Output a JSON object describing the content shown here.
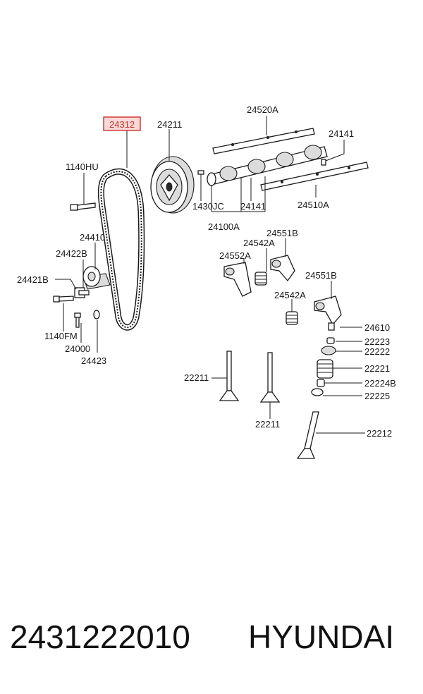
{
  "labels": {
    "l24312": "24312",
    "l24211": "24211",
    "l24520A": "24520A",
    "l24141a": "24141",
    "l1140HU": "1140HU",
    "l1430JC": "1430JC",
    "l24141b": "24141",
    "l24510A": "24510A",
    "l24100A": "24100A",
    "l24410": "24410",
    "l24422B": "24422B",
    "l24421B": "24421B",
    "l1140FM": "1140FM",
    "l24000": "24000",
    "l24423": "24423",
    "l24551Ba": "24551B",
    "l24542Aa": "24542A",
    "l24552A": "24552A",
    "l24551Bb": "24551B",
    "l24542Ab": "24542A",
    "l24610": "24610",
    "l22223": "22223",
    "l22222": "22222",
    "l22221": "22221",
    "l22224B": "22224B",
    "l22225": "22225",
    "l22211a": "22211",
    "l22211b": "22211",
    "l22212": "22212"
  },
  "footer": {
    "part_number": "2431222010",
    "brand": "HYUNDAI"
  },
  "colors": {
    "highlight": "#c9302c",
    "line": "#1a1a1a"
  }
}
